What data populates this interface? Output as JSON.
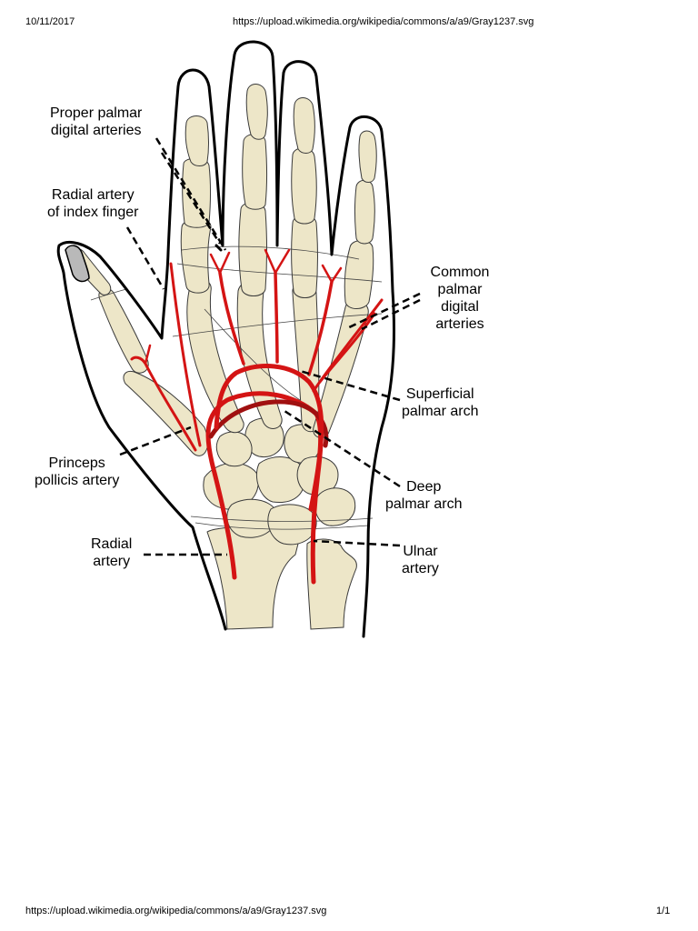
{
  "header": {
    "date": "10/11/2017",
    "url": "https://upload.wikimedia.org/wikipedia/commons/a/a9/Gray1237.svg"
  },
  "footer": {
    "url": "https://upload.wikimedia.org/wikipedia/commons/a/a9/Gray1237.svg",
    "page": "1/1"
  },
  "colors": {
    "bone": "#ede6c8",
    "artery": "#d41414",
    "deep_arch": "#a01010",
    "outline": "#000000"
  },
  "labels": {
    "proper_palmar": [
      "Proper palmar",
      "digital arteries"
    ],
    "radial_index": [
      "Radial artery",
      "of index finger"
    ],
    "common_palmar": [
      "Common",
      "palmar",
      "digital",
      "arteries"
    ],
    "superficial_arch": [
      "Superficial",
      "palmar arch"
    ],
    "princeps": [
      "Princeps",
      "pollicis artery"
    ],
    "deep_arch": [
      "Deep",
      "palmar arch"
    ],
    "radial_artery": [
      "Radial",
      "artery"
    ],
    "ulnar_artery": [
      "Ulnar",
      "artery"
    ]
  }
}
